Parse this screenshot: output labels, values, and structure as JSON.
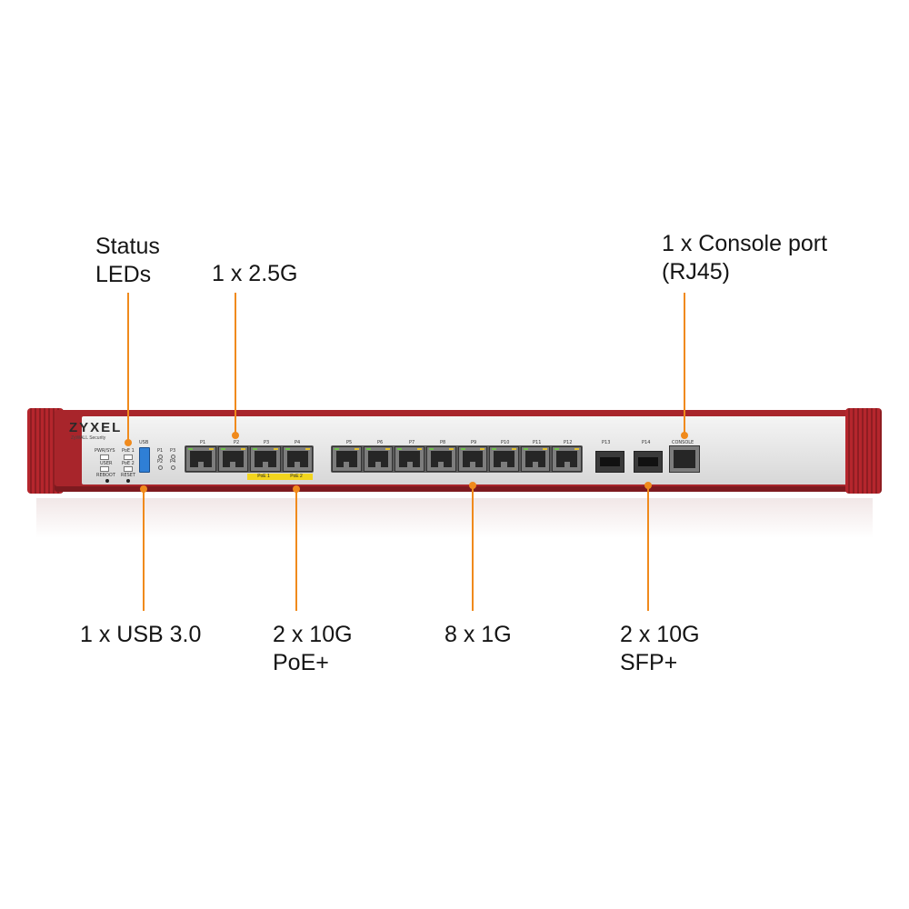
{
  "callouts": {
    "status_leds": [
      "Status",
      "LEDs"
    ],
    "port_2_5g": "1 x 2.5G",
    "console": [
      "1 x Console port",
      "(RJ45)"
    ],
    "usb": "1 x USB 3.0",
    "poe": [
      "2 x 10G",
      "PoE+"
    ],
    "gigabit": "8 x 1G",
    "sfp": [
      "2 x 10G",
      "SFP+"
    ]
  },
  "device": {
    "brand": "ZYXEL",
    "subbrand": "ZyWALL Security",
    "led_labels": [
      "PWR/SYS",
      "USER",
      "PoE 1",
      "PoE 2"
    ],
    "button_labels": [
      "REBOOT",
      "RESET"
    ],
    "usb_label": "USB",
    "status_ports": [
      "P1",
      "P2",
      "P3",
      "P4"
    ],
    "port_labels_a": [
      "P1",
      "P2",
      "P3",
      "P4"
    ],
    "port_labels_b": [
      "P5",
      "P6",
      "P7",
      "P8",
      "P9",
      "P10",
      "P11",
      "P12"
    ],
    "sfp_labels": [
      "P13",
      "P14"
    ],
    "console_label": "CONSOLE",
    "poe_labels": [
      "PoE 1",
      "PoE 2"
    ]
  },
  "colors": {
    "accent": "#f08a1c",
    "chassis": "#a8252b",
    "poe_bar": "#f2d51e",
    "usb_port": "#2f7fd6"
  }
}
